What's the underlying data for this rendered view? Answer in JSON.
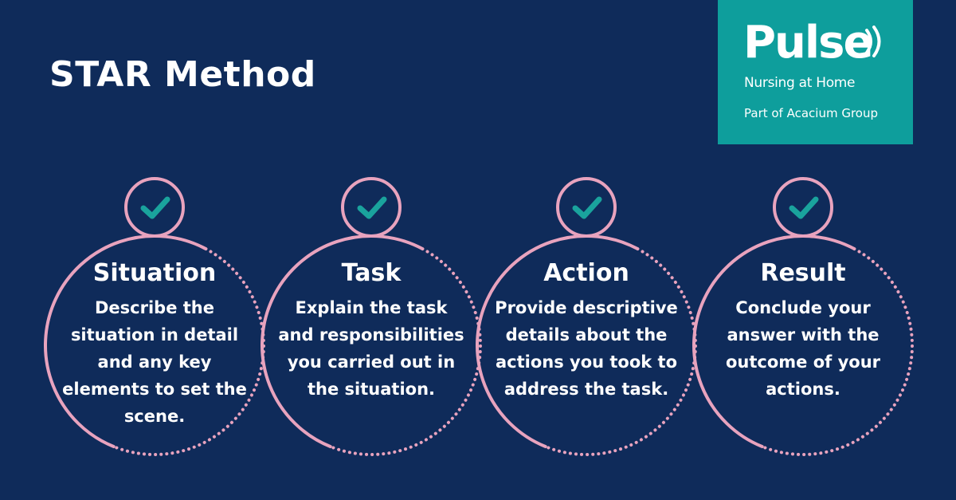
{
  "title": "STAR Method",
  "logo": {
    "word": "Pulse",
    "subtitle": "Nursing at Home",
    "group": "Part of Acacium Group"
  },
  "steps": [
    {
      "icon": "check-icon",
      "title": "Situation",
      "description": "Describe the situation in detail and any key elements to set the scene."
    },
    {
      "icon": "check-icon",
      "title": "Task",
      "description": "Explain the task and responsibilities you carried out in the situation."
    },
    {
      "icon": "check-icon",
      "title": "Action",
      "description": "Provide descriptive details about the actions you took to address the task."
    },
    {
      "icon": "check-icon",
      "title": "Result",
      "description": "Conclude your answer with the outcome of your actions."
    }
  ],
  "colors": {
    "background": "#0f2b5a",
    "ring": "#e8a3be",
    "check": "#1aa39d",
    "logo_bg": "#0e9e9c",
    "text": "#ffffff"
  }
}
